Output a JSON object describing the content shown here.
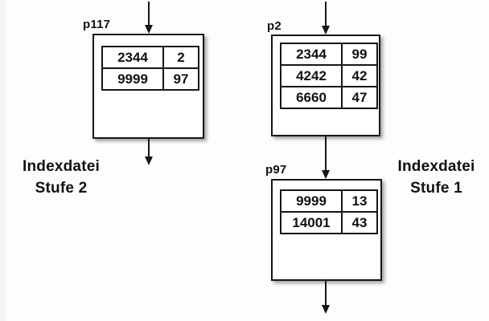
{
  "diagram": {
    "description": "Two-level index file structure",
    "nodes": {
      "p117": {
        "label": "p117",
        "rows": [
          {
            "key": "2344",
            "ptr": "2"
          },
          {
            "key": "9999",
            "ptr": "97"
          }
        ]
      },
      "p2": {
        "label": "p2",
        "rows": [
          {
            "key": "2344",
            "ptr": "99"
          },
          {
            "key": "4242",
            "ptr": "42"
          },
          {
            "key": "6660",
            "ptr": "47"
          }
        ]
      },
      "p97": {
        "label": "p97",
        "rows": [
          {
            "key": "9999",
            "ptr": "13"
          },
          {
            "key": "14001",
            "ptr": "43"
          }
        ]
      }
    },
    "captions": {
      "left": {
        "line1": "Indexdatei",
        "line2": "Stufe 2"
      },
      "right": {
        "line1": "Indexdatei",
        "line2": "Stufe 1"
      }
    },
    "colors": {
      "line": "#161616",
      "box_fill": "#ffffff",
      "background": "#fdfdfd",
      "shadow": "#5a5a5a"
    }
  }
}
